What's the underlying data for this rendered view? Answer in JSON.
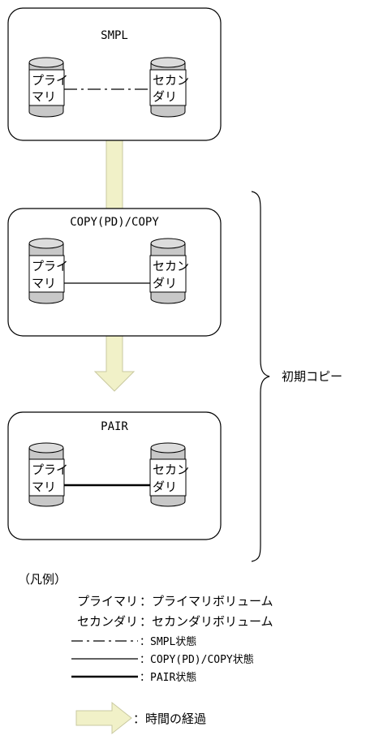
{
  "states": [
    {
      "label": "SMPL",
      "primary": [
        "プライ",
        "マリ"
      ],
      "secondary": [
        "セカン",
        "ダリ"
      ]
    },
    {
      "label": "COPY(PD)/COPY",
      "primary": [
        "プライ",
        "マリ"
      ],
      "secondary": [
        "セカン",
        "ダリ"
      ]
    },
    {
      "label": "PAIR",
      "primary": [
        "プライ",
        "マリ"
      ],
      "secondary": [
        "セカン",
        "ダリ"
      ]
    }
  ],
  "brace_label": "初期コピー",
  "legend": {
    "title": "（凡例）",
    "primary_term": "プライマリ",
    "primary_desc": "：プライマリボリューム",
    "secondary_term": "セカンダリ",
    "secondary_desc": "：セカンダリボリューム",
    "smpl": "：SMPL状態",
    "copy": "：COPY(PD)/COPY状態",
    "pair": "：PAIR状態",
    "time": "：時間の経過"
  },
  "colors": {
    "arrow_fill": "#f1f1c8",
    "arrow_stroke": "#c9c9a0",
    "cylinder_fill": "#c8c8c8",
    "cylinder_top": "#dcdcdc"
  }
}
